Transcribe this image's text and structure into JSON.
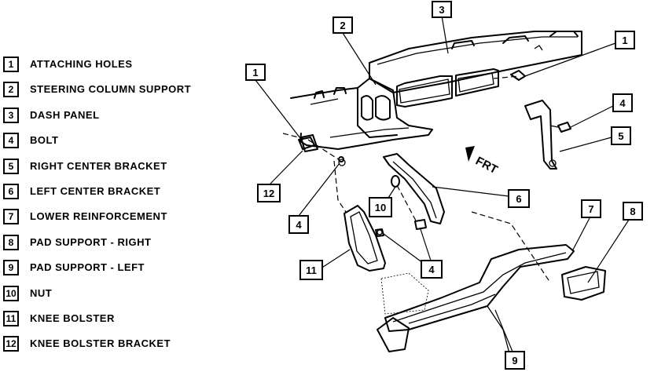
{
  "legend": [
    {
      "num": "1",
      "label": "ATTACHING HOLES"
    },
    {
      "num": "2",
      "label": "STEERING COLUMN SUPPORT"
    },
    {
      "num": "3",
      "label": "DASH PANEL"
    },
    {
      "num": "4",
      "label": "BOLT"
    },
    {
      "num": "5",
      "label": "RIGHT CENTER BRACKET"
    },
    {
      "num": "6",
      "label": "LEFT CENTER BRACKET"
    },
    {
      "num": "7",
      "label": "LOWER REINFORCEMENT"
    },
    {
      "num": "8",
      "label": "PAD SUPPORT - RIGHT"
    },
    {
      "num": "9",
      "label": "PAD SUPPORT - LEFT"
    },
    {
      "num": "10",
      "label": "NUT"
    },
    {
      "num": "11",
      "label": "KNEE BOLSTER"
    },
    {
      "num": "12",
      "label": "KNEE BOLSTER BRACKET"
    }
  ],
  "diagram": {
    "frt_label": "FRT",
    "callouts": {
      "c3": "3",
      "c2": "2",
      "c1_right": "1",
      "c1_left": "1",
      "c4_right": "4",
      "c5": "5",
      "c12": "12",
      "c4_left": "4",
      "c10": "10",
      "c6": "6",
      "c7": "7",
      "c8": "8",
      "c11": "11",
      "c4_bottom": "4",
      "c9": "9"
    }
  }
}
